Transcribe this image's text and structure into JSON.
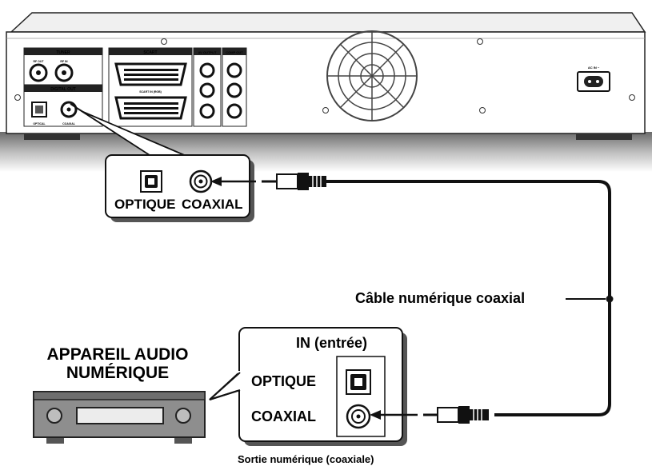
{
  "player_panel": {
    "tuner": "TUNER",
    "rf_out": "RF OUT",
    "rf_in": "RF IN",
    "digital_out": "DIGITAL OUT",
    "optical": "OPTICAL",
    "coaxial": "COAXIAL",
    "scart": "SCART",
    "scart_in": "SCART IN (RGB)",
    "av_output": "AV OUTPUT",
    "comp_out": "COMP OUT",
    "ac_in": "AC IN ~"
  },
  "player_callout": {
    "optique": "OPTIQUE",
    "coaxial": "COAXIAL"
  },
  "cable_label": "Câble numérique coaxial",
  "receiver": {
    "title_line1": "APPAREIL AUDIO",
    "title_line2": "NUMÉRIQUE"
  },
  "receiver_callout": {
    "in_label": "IN (entrée)",
    "optique": "OPTIQUE",
    "coaxial": "COAXIAL"
  },
  "footer_caption": "Sortie numérique (coaxiale)"
}
